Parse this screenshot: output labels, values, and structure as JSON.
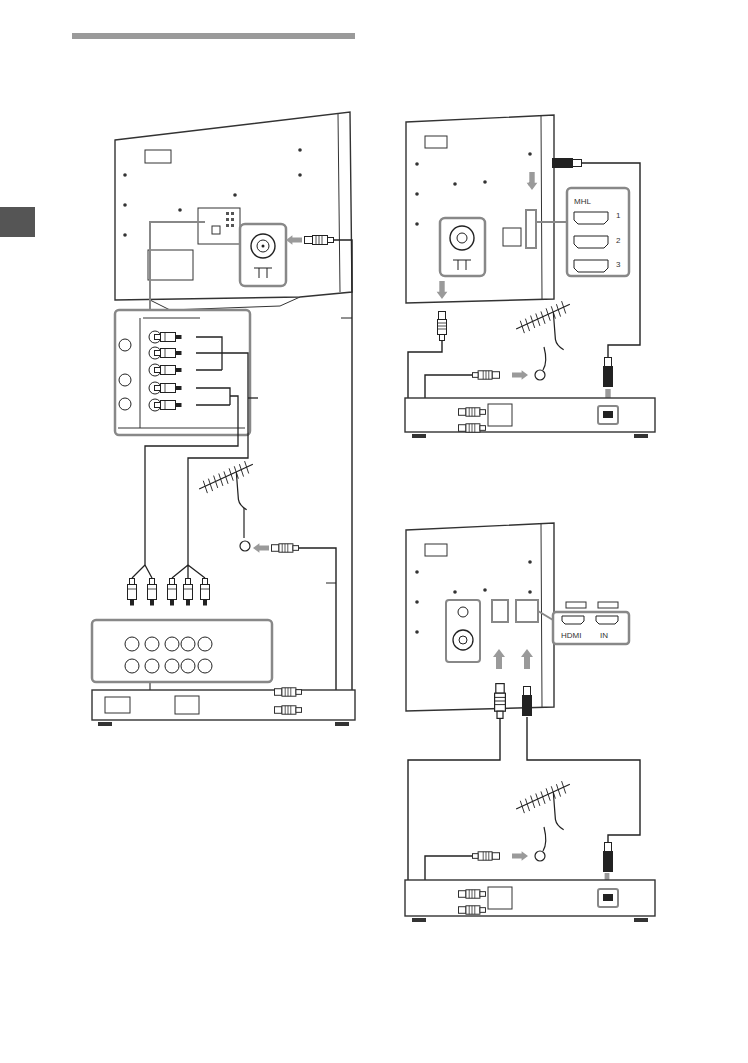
{
  "diagram": {
    "labels": [
      "MHL",
      "1",
      "2",
      "3",
      "HDMI",
      "IN"
    ]
  }
}
